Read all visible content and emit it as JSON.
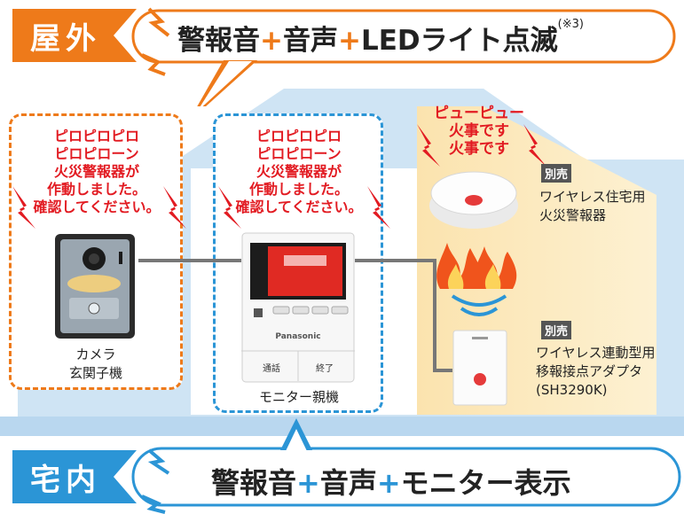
{
  "outdoor": {
    "tag": "屋外",
    "banner": {
      "part1": "警報音",
      "plus": "+",
      "part2": "音声",
      "part3": "LEDライト点滅",
      "note": "(※3)"
    }
  },
  "indoor": {
    "tag": "宅内",
    "banner": {
      "part1": "警報音",
      "plus": "+",
      "part2": "音声",
      "part3": "モニター表示"
    }
  },
  "announce": {
    "line1": "ピロピロピロ",
    "line2": "ピロピローン",
    "line3": "火災警報器が",
    "line4": "作動しました。",
    "line5": "確認してください。"
  },
  "alarm_voice": {
    "line1": "ピューピュー",
    "line2": "火事です",
    "line3": "火事です"
  },
  "devices": {
    "camera": {
      "line1": "カメラ",
      "line2": "玄関子機"
    },
    "monitor": {
      "label": "モニター親機",
      "btn_left": "通話",
      "btn_right": "終了",
      "brand": "Panasonic"
    },
    "detector": {
      "badge": "別売",
      "line1": "ワイヤレス住宅用",
      "line2": "火災警報器"
    },
    "adapter": {
      "badge": "別売",
      "line1": "ワイヤレス連動型用",
      "line2": "移報接点アダプタ",
      "line3": "(SH3290K)"
    }
  },
  "colors": {
    "orange": "#ee7a1a",
    "blue": "#2b95d6",
    "red": "#e21b22",
    "house": "#cfe4f4",
    "room": "#fbe9c0"
  }
}
